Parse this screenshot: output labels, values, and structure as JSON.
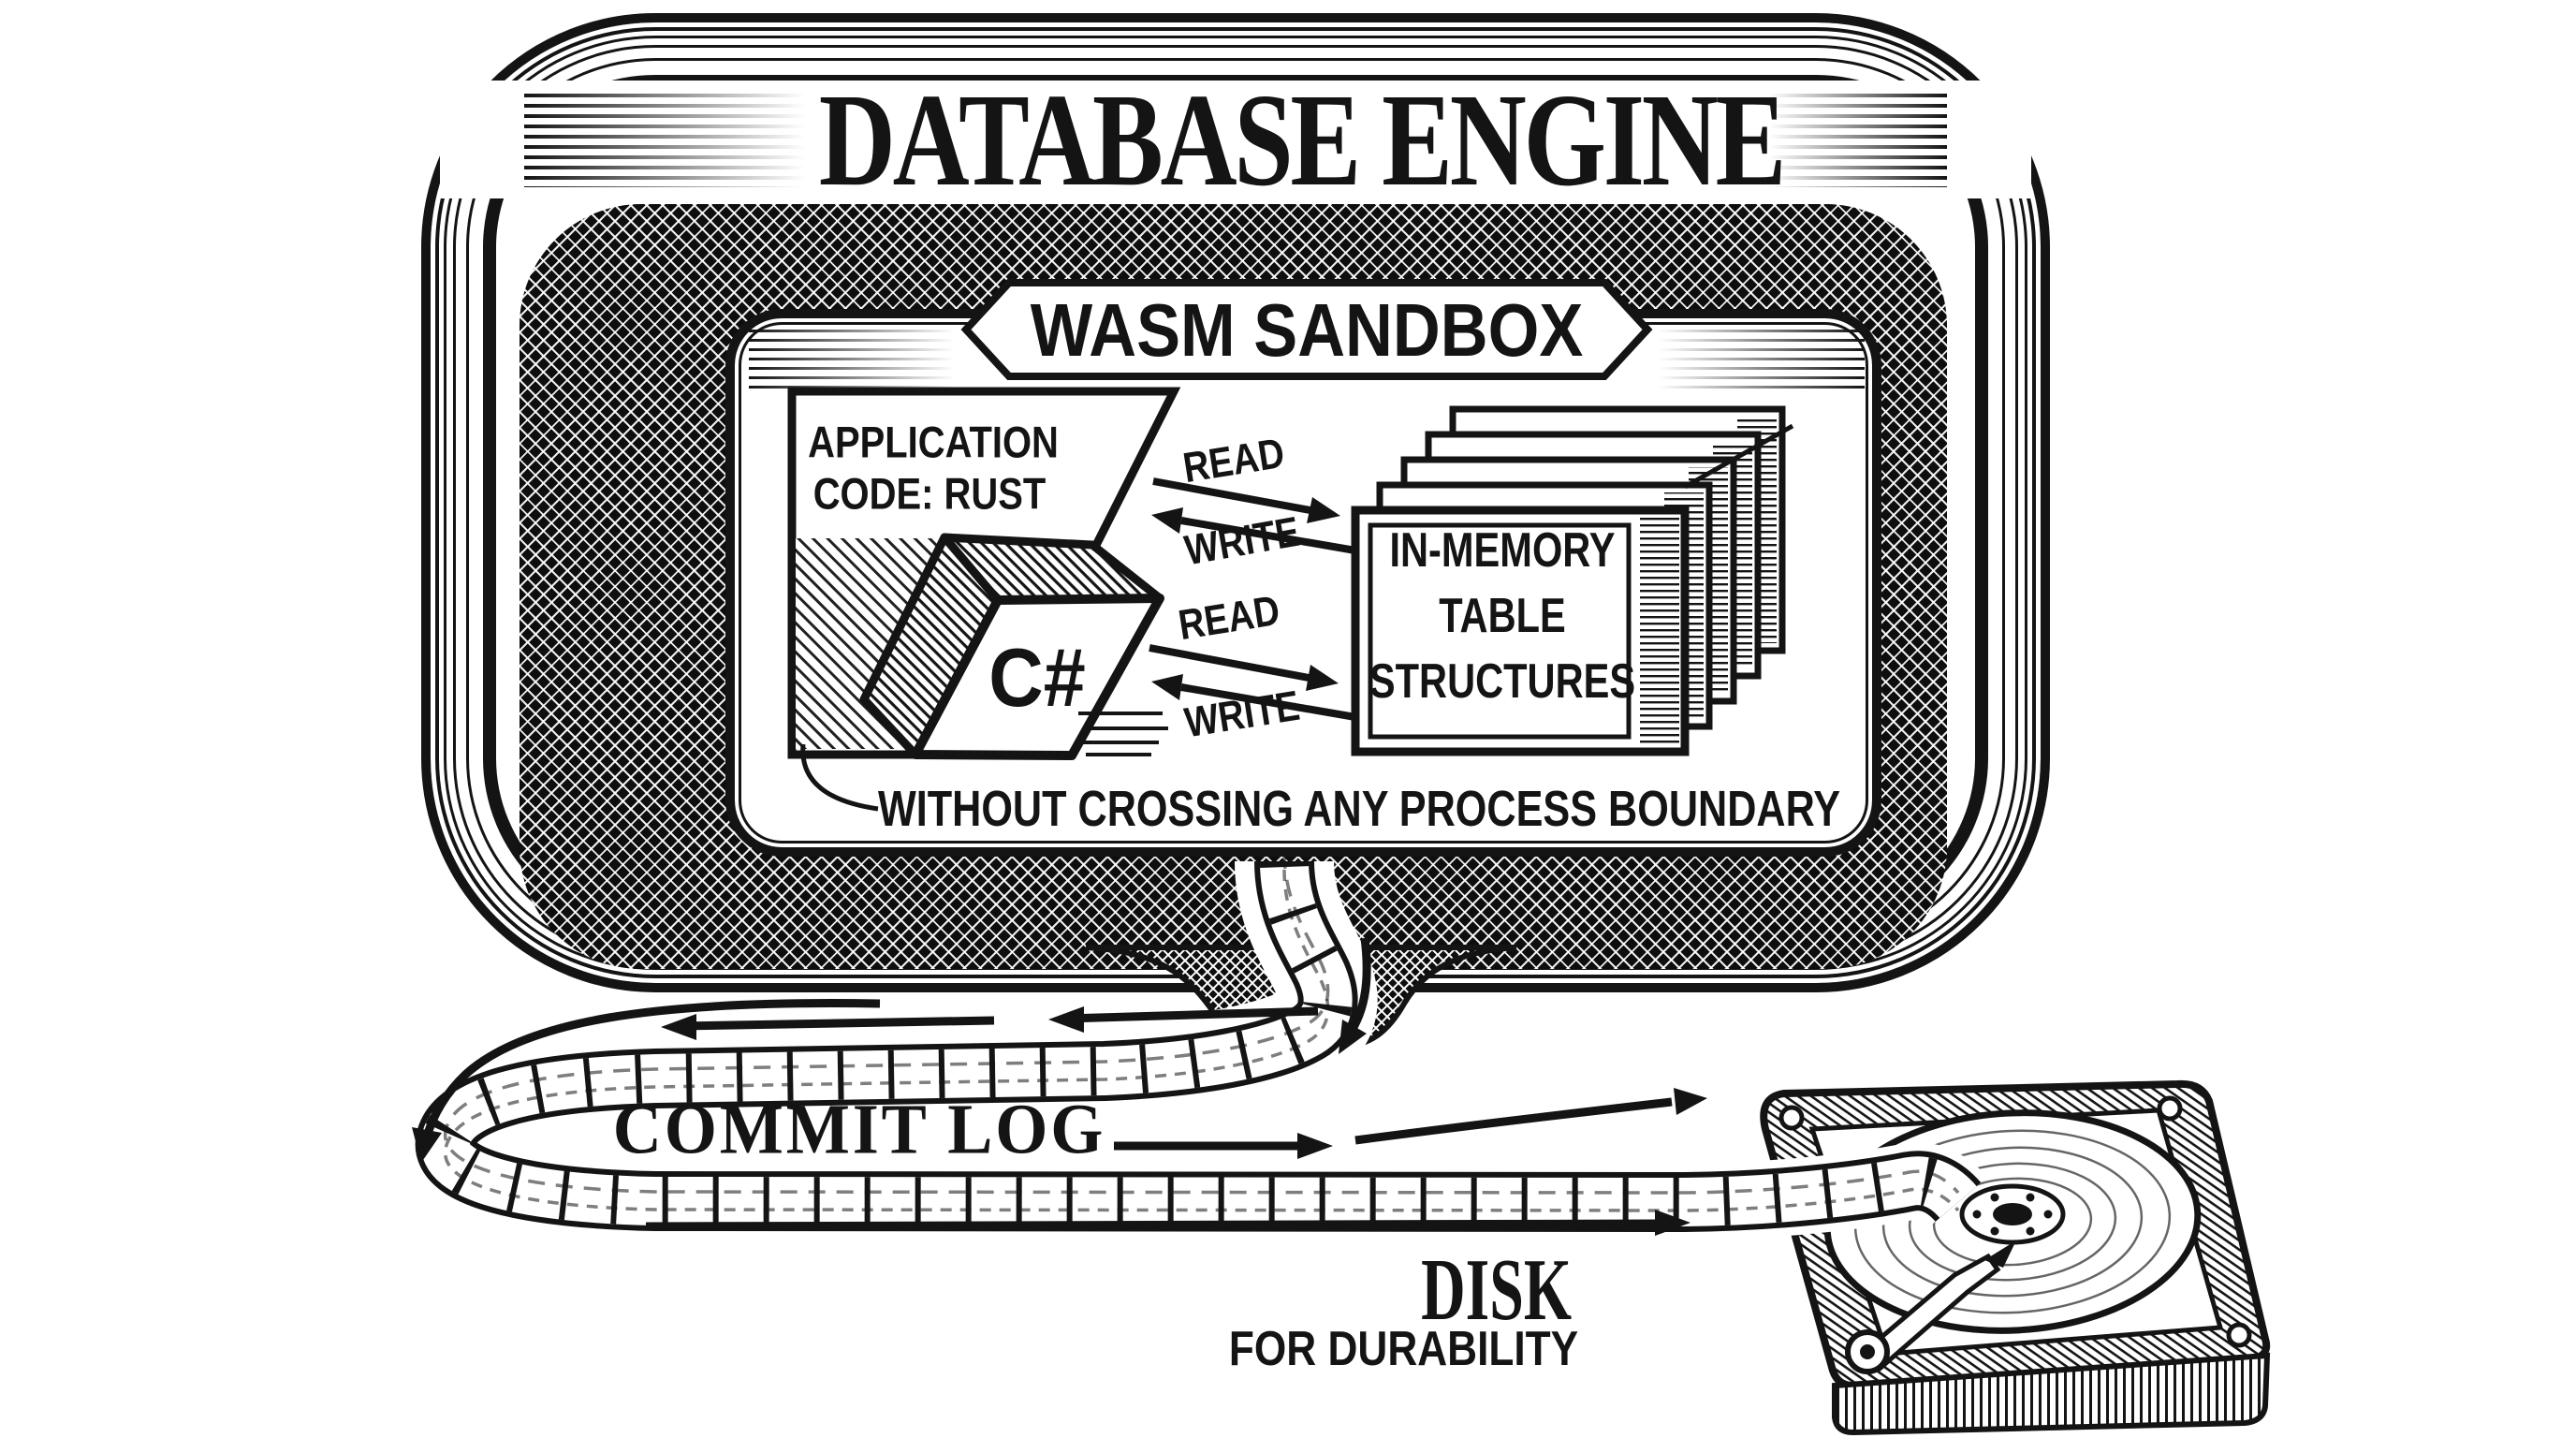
{
  "engine": {
    "title": "DATABASE ENGINE"
  },
  "sandbox": {
    "banner": "WASM SANDBOX",
    "app_code": {
      "line1": "APPLICATION",
      "line2": "CODE: RUST"
    },
    "cube_label": "C#",
    "memory": {
      "line1": "IN-MEMORY",
      "line2": "TABLE",
      "line3": "STRUCTURES"
    },
    "rw": {
      "read_top": "READ",
      "write_top": "WRITE",
      "read_bottom": "READ",
      "write_bottom": "WRITE"
    },
    "note": "WITHOUT CROSSING ANY PROCESS BOUNDARY"
  },
  "commit_log": {
    "label": "COMMIT LOG"
  },
  "disk": {
    "label": "DISK",
    "sublabel": "FOR DURABILITY"
  },
  "colors": {
    "ink": "#141414",
    "paper": "#ffffff"
  }
}
